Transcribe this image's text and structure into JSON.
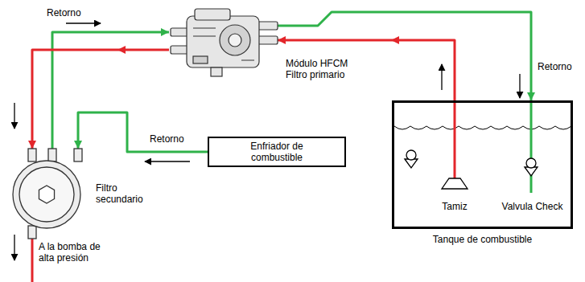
{
  "diagram": {
    "nodes": [
      {
        "text": [
          "Módulo HFCM Filtro primario"
        ]
      },
      {
        "text": [
          "Enfriador de combustible"
        ]
      },
      {
        "text": [
          "Filtro secundario"
        ]
      },
      {
        "text": [
          "Tanque de combustible"
        ]
      }
    ],
    "edges": [
      {
        "from": 2,
        "to": 0,
        "arrow": "to",
        "label": "Retorno"
      },
      {
        "from": 0,
        "to": 2,
        "arrow": "to"
      },
      {
        "from": 0,
        "to": 3,
        "arrow": "to",
        "label": "Retorno"
      },
      {
        "from": 3,
        "to": 0,
        "arrow": "to"
      },
      {
        "from": 1,
        "to": 2,
        "arrow": "to",
        "label": "Retorno"
      }
    ],
    "labels": [
      "A la bomba de alta presión",
      "Tamiz",
      "Valvula Check"
    ]
  }
}
